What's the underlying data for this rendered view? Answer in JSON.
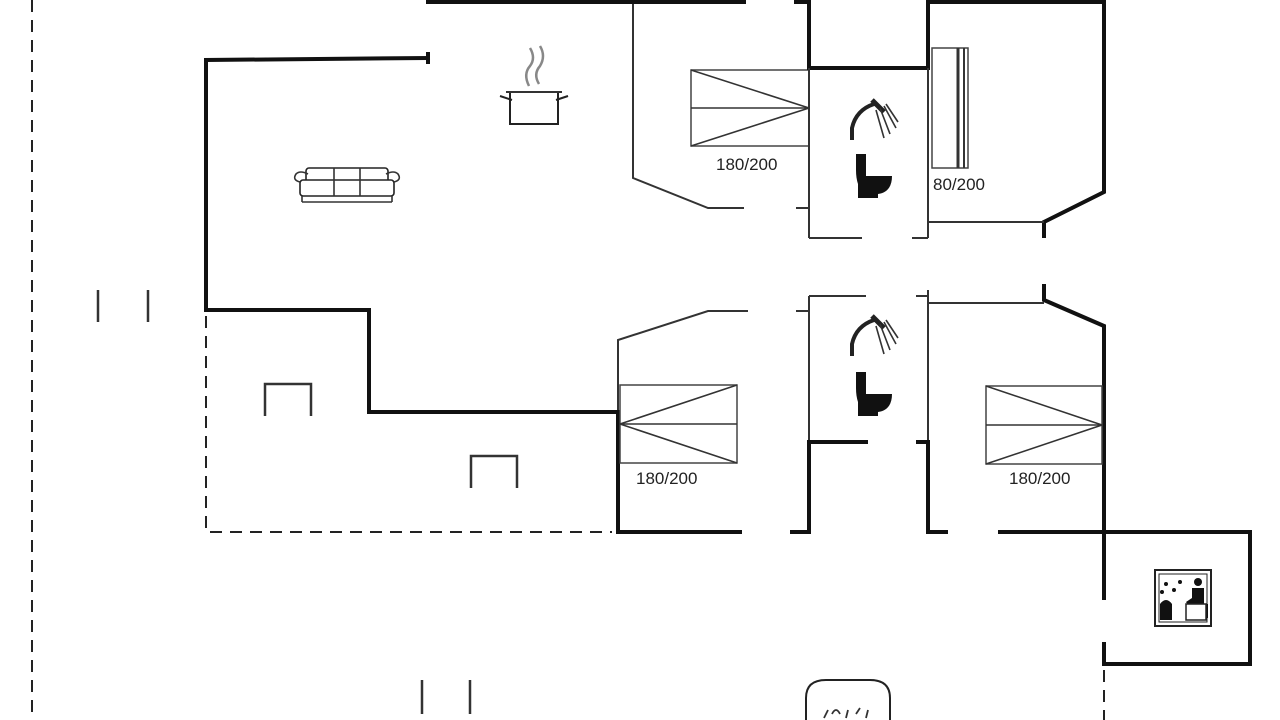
{
  "rooms": {
    "bedroom_1": {
      "bed_size": "180/200"
    },
    "bedroom_2": {
      "bed_size": "80/200"
    },
    "bedroom_3": {
      "bed_size": "180/200"
    },
    "bedroom_4": {
      "bed_size": "180/200"
    }
  },
  "icons": {
    "kitchen": "cooking-pot-icon",
    "living": "sofa-icon",
    "bathroom": "shower-toilet-icon",
    "sauna": "sauna-icon",
    "terrace": "terrace-rounded-icon"
  }
}
